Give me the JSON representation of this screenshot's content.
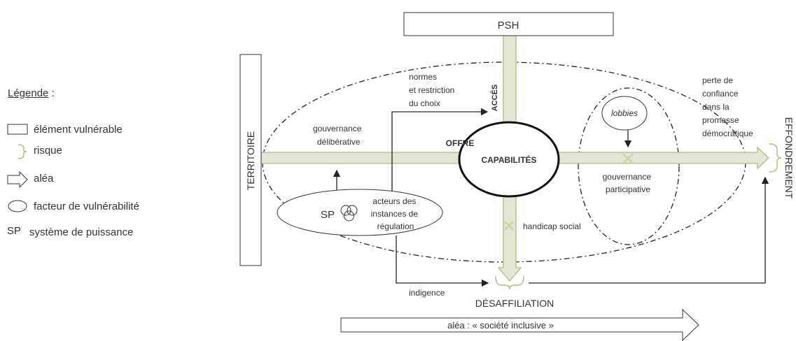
{
  "legend": {
    "title": "Légende",
    "title_suffix": " :",
    "items": [
      {
        "symbol": "rectangle",
        "label": "élément vulnérable"
      },
      {
        "symbol": "bracket",
        "label": "risque"
      },
      {
        "symbol": "arrow",
        "label": "aléa"
      },
      {
        "symbol": "ellipse",
        "label": "facteur de vulnérabilité"
      },
      {
        "symbol": "SP",
        "label": "système de puissance"
      }
    ]
  },
  "diagram": {
    "psh": "PSH",
    "territoire": "TERRITOIRE",
    "capabilites": "CAPABILITÉS",
    "offre": "OFFRE",
    "acces": "ACCÈS",
    "effondrement": "EFFONDREMENT",
    "desaffiliation": "DÉSAFFILIATION",
    "normes": [
      "normes",
      "et restriction",
      "du choix"
    ],
    "gouvernance_deliberative": [
      "gouvernance",
      "délibérative"
    ],
    "sp": "SP",
    "acteurs": [
      "acteurs des",
      "instances de",
      "régulation"
    ],
    "lobbies": "lobbies",
    "gouvernance_participative": [
      "gouvernance",
      "participative"
    ],
    "perte": [
      "perte de",
      "confiance",
      "dans la",
      "promesse",
      "démocratique"
    ],
    "handicap_social": "handicap social",
    "indigence": "indigence",
    "alea_bottom": "aléa : « société inclusive »"
  },
  "colors": {
    "accent_green": "#a9c27a",
    "arrow_fill": "#e3e6d4",
    "line": "#222222"
  }
}
